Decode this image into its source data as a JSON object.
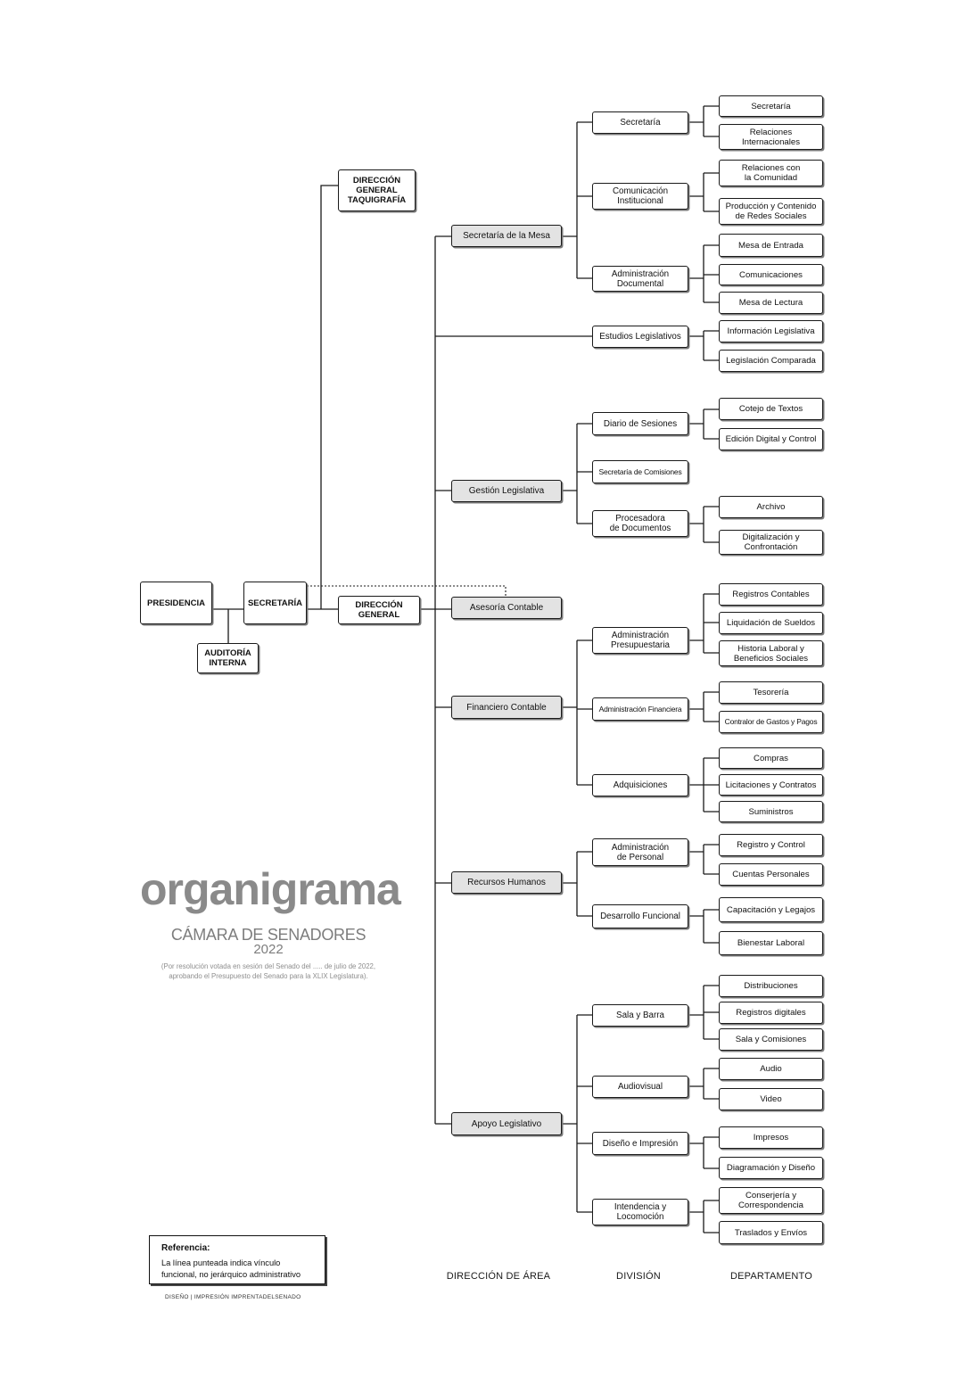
{
  "colors": {
    "line": "#1a1a1a",
    "box_border": "#1a1a1a",
    "area_fill": "#e3e3e3",
    "title_gray": "#8a8a8a"
  },
  "top": {
    "presidencia": "PRESIDENCIA",
    "secretaria": "SECRETARÍA",
    "auditoria_interna": "AUDITORÍA\nINTERNA",
    "direccion_general_taquigrafia": "DIRECCIÓN\nGENERAL\nTAQUIGRAFÍA",
    "direccion_general": "DIRECCIÓN\nGENERAL"
  },
  "areas": [
    {
      "label": "Secretaría de la Mesa",
      "divisions": [
        {
          "label": "Secretaría",
          "departments": [
            "Secretaría",
            "Relaciones\nInternacionales"
          ]
        },
        {
          "label": "Comunicación\nInstitucional",
          "departments": [
            "Relaciones con\nla Comunidad",
            "Producción y Contenido\nde Redes Sociales"
          ]
        },
        {
          "label": "Administración\nDocumental",
          "departments": [
            "Mesa de Entrada",
            "Comunicaciones",
            "Mesa de Lectura"
          ]
        }
      ]
    },
    {
      "label": "Gestión Legislativa",
      "divisions": [
        {
          "label": "Diario de Sesiones",
          "departments": [
            "Cotejo de Textos",
            "Edición Digital y Control"
          ]
        },
        {
          "label": "Secretaría de Comisiones",
          "departments": []
        },
        {
          "label": "Procesadora\nde Documentos",
          "departments": [
            "Archivo",
            "Digitalización y\nConfrontación"
          ]
        }
      ]
    },
    {
      "label": "Asesoría Contable",
      "divisions": []
    },
    {
      "label": "Financiero Contable",
      "divisions": [
        {
          "label": "Administración\nPresupuestaria",
          "departments": [
            "Registros Contables",
            "Liquidación de Sueldos",
            "Historia Laboral y\nBeneficios Sociales"
          ]
        },
        {
          "label": "Administración Financiera",
          "departments": [
            "Tesorería",
            "Contralor de Gastos y Pagos"
          ]
        },
        {
          "label": "Adquisiciones",
          "departments": [
            "Compras",
            "Licitaciones y Contratos",
            "Suministros"
          ]
        }
      ]
    },
    {
      "label": "Recursos Humanos",
      "divisions": [
        {
          "label": "Administración\nde Personal",
          "departments": [
            "Registro y Control",
            "Cuentas Personales"
          ]
        },
        {
          "label": "Desarrollo Funcional",
          "departments": [
            "Capacitación y Legajos",
            "Bienestar Laboral"
          ]
        }
      ]
    },
    {
      "label": "Apoyo Legislativo",
      "divisions": [
        {
          "label": "Sala y Barra",
          "departments": [
            "Distribuciones",
            "Registros digitales",
            "Sala y Comisiones"
          ]
        },
        {
          "label": "Audiovisual",
          "departments": [
            "Audio",
            "Video"
          ]
        },
        {
          "label": "Diseño e Impresión",
          "departments": [
            "Impresos",
            "Diagramación y Diseño"
          ]
        },
        {
          "label": "Intendencia y\nLocomoción",
          "departments": [
            "Conserjería y\nCorrespondencia",
            "Traslados y Envíos"
          ]
        }
      ]
    }
  ],
  "direct_division": {
    "label": "Estudios Legislativos",
    "departments": [
      "Información Legislativa",
      "Legislación Comparada"
    ]
  },
  "title": {
    "main": "organigrama",
    "subtitle": "CÁMARA DE SENADORES",
    "year": "2022",
    "note": "(Por resolución votada en sesión del Senado del ..... de julio de 2022,\naprobando el Presupuesto del Senado para la XLIX Legislatura)."
  },
  "reference": {
    "title": "Referencia:",
    "text": "La línea punteada indica vínculo\nfuncional, no jerárquico administrativo"
  },
  "columns": {
    "area": "DIRECCIÓN DE ÁREA",
    "division": "DIVISIÓN",
    "department": "DEPARTAMENTO"
  },
  "footer": {
    "credit": "DISEÑO | IMPRESIÓN IMPRENTADELSENADO"
  }
}
